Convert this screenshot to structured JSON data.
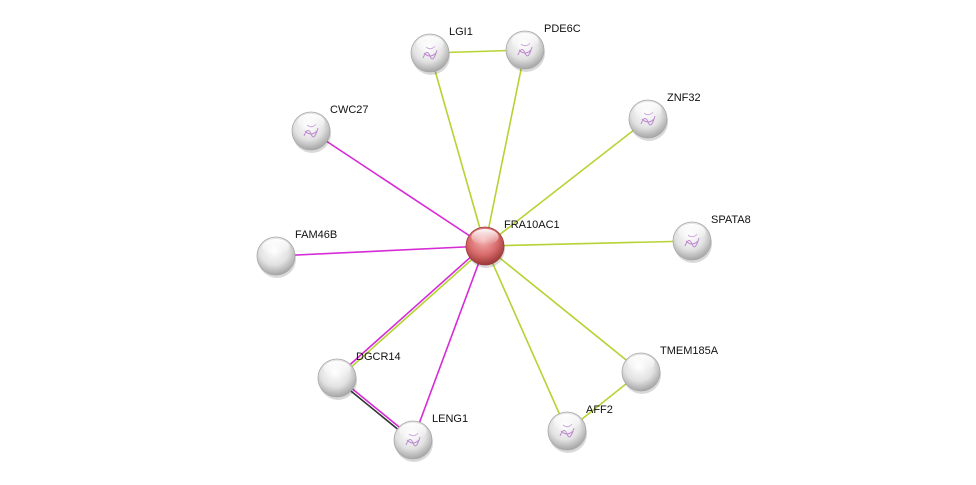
{
  "network": {
    "query_node": "FRA10AC1",
    "nodes": [
      {
        "id": "FRA10AC1",
        "label": "FRA10AC1",
        "query": true
      },
      {
        "id": "LGI1",
        "label": "LGI1",
        "structure": true
      },
      {
        "id": "PDE6C",
        "label": "PDE6C",
        "structure": true
      },
      {
        "id": "ZNF32",
        "label": "ZNF32",
        "structure": true
      },
      {
        "id": "CWC27",
        "label": "CWC27",
        "structure": true
      },
      {
        "id": "FAM46B",
        "label": "FAM46B",
        "structure": false
      },
      {
        "id": "SPATA8",
        "label": "SPATA8",
        "structure": true
      },
      {
        "id": "TMEM185A",
        "label": "TMEM185A",
        "structure": false
      },
      {
        "id": "AFF2",
        "label": "AFF2",
        "structure": true
      },
      {
        "id": "DGCR14",
        "label": "DGCR14",
        "structure": false
      },
      {
        "id": "LENG1",
        "label": "LENG1",
        "structure": true
      }
    ],
    "edges": [
      {
        "source": "LGI1",
        "target": "PDE6C",
        "types": [
          "textmining"
        ]
      },
      {
        "source": "LGI1",
        "target": "FRA10AC1",
        "types": [
          "textmining"
        ]
      },
      {
        "source": "PDE6C",
        "target": "FRA10AC1",
        "types": [
          "textmining"
        ]
      },
      {
        "source": "ZNF32",
        "target": "FRA10AC1",
        "types": [
          "textmining"
        ]
      },
      {
        "source": "CWC27",
        "target": "FRA10AC1",
        "types": [
          "experiments"
        ]
      },
      {
        "source": "FAM46B",
        "target": "FRA10AC1",
        "types": [
          "experiments"
        ]
      },
      {
        "source": "SPATA8",
        "target": "FRA10AC1",
        "types": [
          "textmining"
        ]
      },
      {
        "source": "TMEM185A",
        "target": "FRA10AC1",
        "types": [
          "textmining"
        ]
      },
      {
        "source": "AFF2",
        "target": "FRA10AC1",
        "types": [
          "textmining"
        ]
      },
      {
        "source": "TMEM185A",
        "target": "AFF2",
        "types": [
          "textmining"
        ]
      },
      {
        "source": "DGCR14",
        "target": "FRA10AC1",
        "types": [
          "experiments",
          "textmining"
        ]
      },
      {
        "source": "LENG1",
        "target": "FRA10AC1",
        "types": [
          "experiments"
        ]
      },
      {
        "source": "DGCR14",
        "target": "LENG1",
        "types": [
          "experiments",
          "coexpression"
        ]
      }
    ],
    "edge_colors": {
      "textmining": "#b5d334",
      "experiments": "#d62bd6",
      "coexpression": "#333333"
    },
    "colors": {
      "query_node": "#d96b6b",
      "other_node": "#dcdcdc"
    }
  }
}
